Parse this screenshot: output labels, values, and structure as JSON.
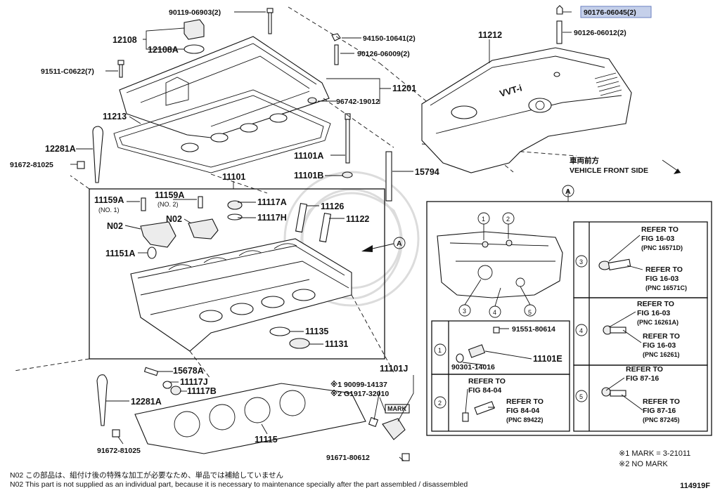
{
  "labels": {
    "p90119": "90119-06903(2)",
    "p12108": "12108",
    "p12108A": "12108A",
    "p91511": "91511-C0622(7)",
    "p11213": "11213",
    "p12281A_top": "12281A",
    "p91672_top": "91672-81025",
    "p94150": "94150-10641(2)",
    "p90126_06009": "90126-06009(2)",
    "p11201": "11201",
    "p96742": "96742-19012",
    "p11101A": "11101A",
    "p11101B": "11101B",
    "p15794": "15794",
    "p11101": "11101",
    "p90176": "90176-06045(2)",
    "p90126_06012": "90126-06012(2)",
    "p11212": "11212",
    "vehicle_jp": "車両前方",
    "vehicle_en": "VEHICLE FRONT SIDE",
    "p11159A_1": "11159A",
    "p11159A_1_sub": "(NO. 1)",
    "p11159A_2": "11159A",
    "p11159A_2_sub": "(NO. 2)",
    "p11117A": "11117A",
    "p11117H": "11117H",
    "p11126": "11126",
    "p11122": "11122",
    "pN02_a": "N02",
    "pN02_b": "N02",
    "p11151A": "11151A",
    "p11135": "11135",
    "p11131": "11131",
    "p15678A": "15678A",
    "p11117J": "11117J",
    "p11117B": "11117B",
    "p12281A_bot": "12281A",
    "p91672_bot": "91672-81025",
    "p11115": "11115",
    "p11101J": "11101J",
    "p90099": "※1 90099-14137",
    "pG1917": "※2 G1917-32010",
    "mark_box": "MARK",
    "p91671": "91671-80612",
    "callout_A": "A",
    "p91551": "91551-80614",
    "p11101E": "11101E",
    "p90301": "90301-14016",
    "mark_note1": "※1 MARK = 3-21011",
    "mark_note2": "※2 NO MARK",
    "figure_number": "114919F"
  },
  "numbers": [
    "1",
    "2",
    "3",
    "4",
    "5"
  ],
  "refer": {
    "r3a": [
      "REFER TO",
      "FIG 16-03",
      "(PNC 16571D)"
    ],
    "r3b": [
      "REFER TO",
      "FIG 16-03",
      "(PNC 16571C)"
    ],
    "r4a": [
      "REFER TO",
      "FIG 16-03",
      "(PNC 16261A)"
    ],
    "r4b": [
      "REFER TO",
      "FIG 16-03",
      "(PNC 16261)"
    ],
    "r5a": [
      "REFER TO",
      "FIG 87-16"
    ],
    "r5b": [
      "REFER TO",
      "FIG 87-16",
      "(PNC 87245)"
    ],
    "r2a": [
      "REFER TO",
      "FIG 84-04"
    ],
    "r2b": [
      "REFER TO",
      "FIG 84-04",
      "(PNC 89422)"
    ]
  },
  "cover_logo": "VVT-i",
  "notes": [
    "N02  この部品は、組付け後の特殊な加工が必要なため、単品では補給していません",
    "N02  This part is not supplied as an individual part, because it is necessary to maintenance specially after the part assembled / disassembled"
  ],
  "colors": {
    "highlight": "#c5d0ea",
    "line": "#111111"
  }
}
